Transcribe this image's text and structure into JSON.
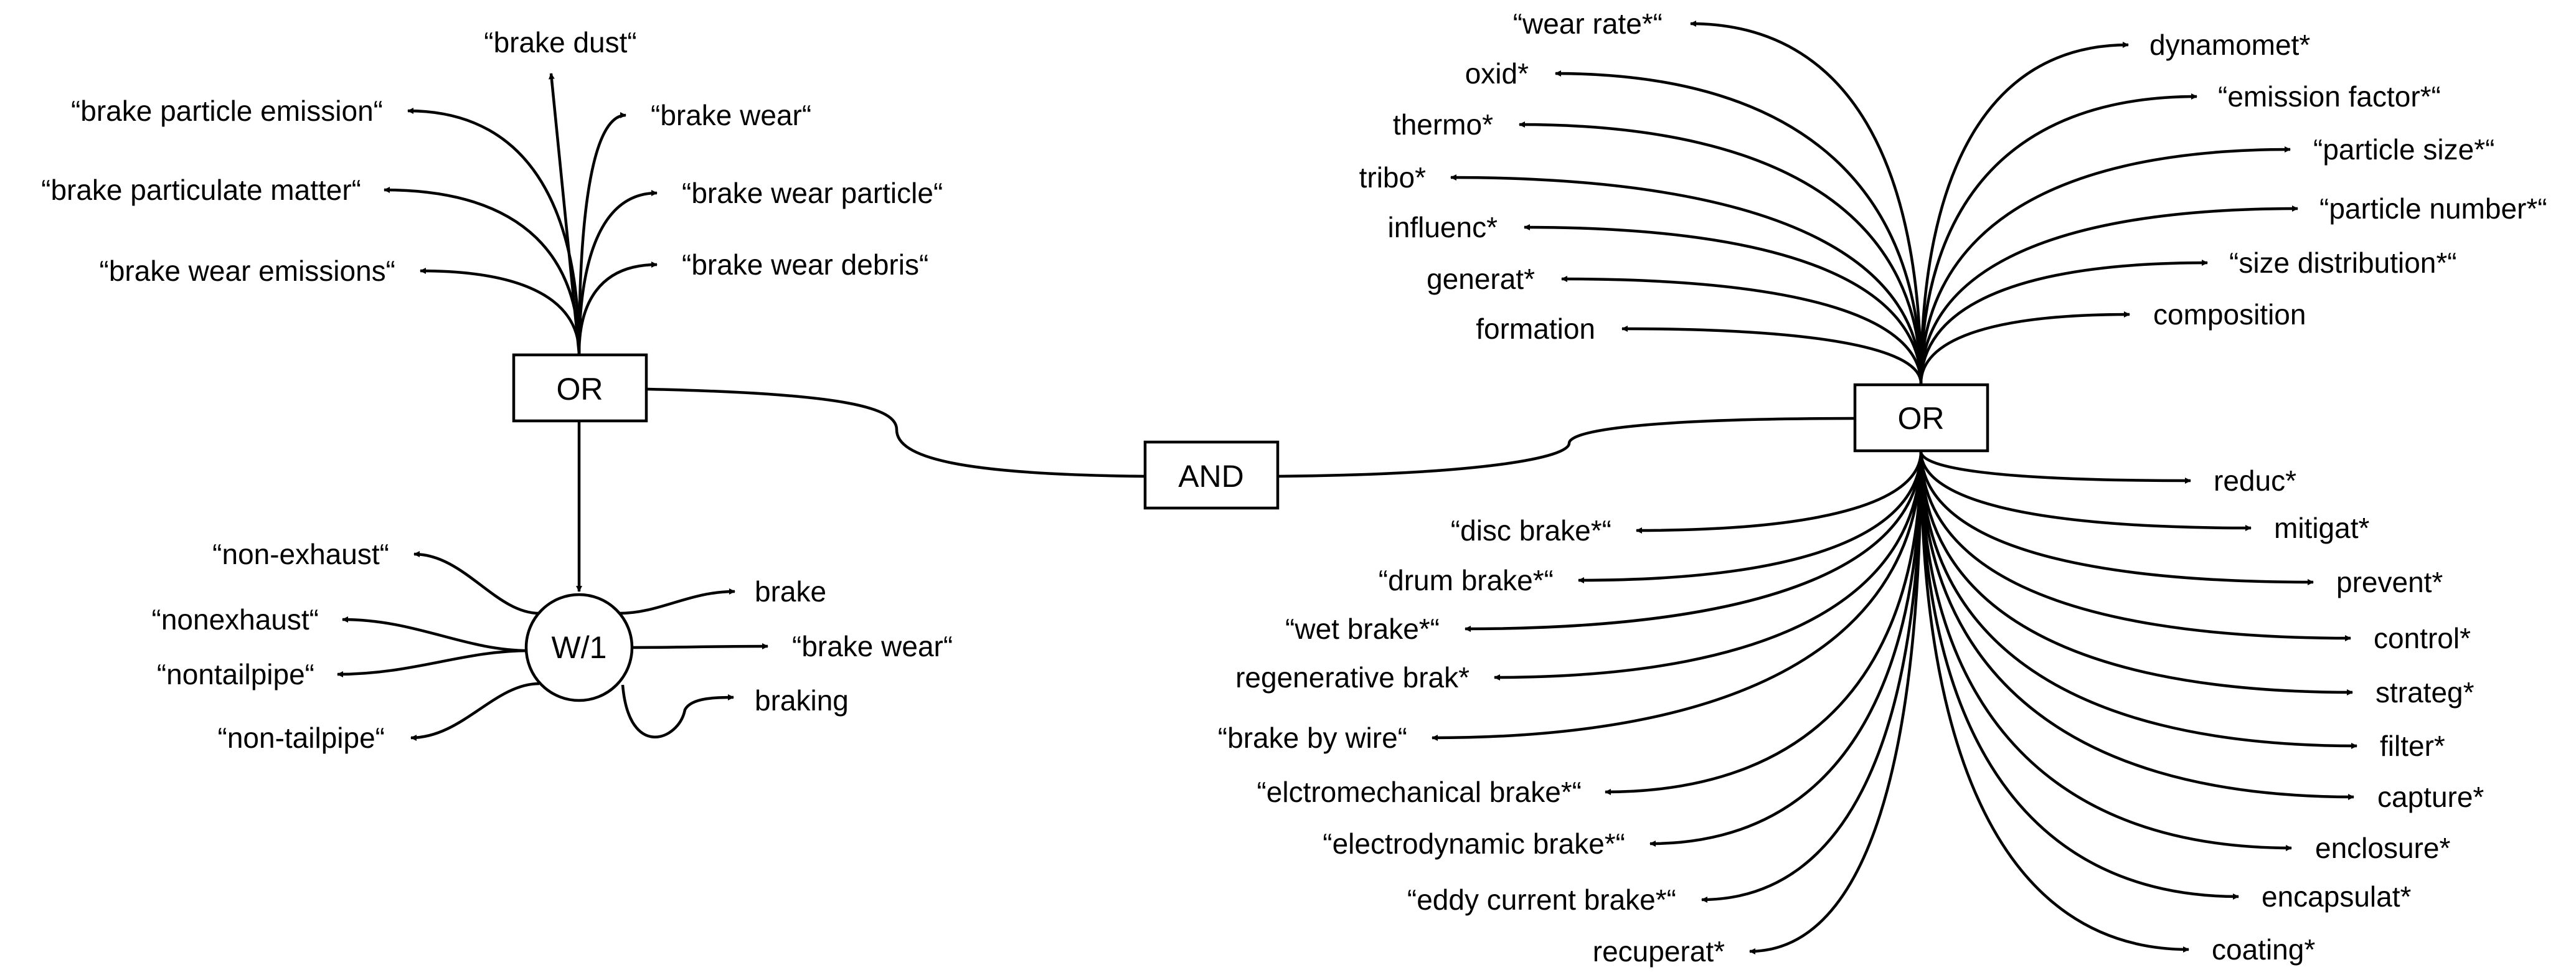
{
  "nodes": {
    "or_left": "OR",
    "w1": "W/1",
    "and": "AND",
    "or_right": "OR"
  },
  "left_or_terms": [
    "“brake dust“",
    "“brake particle emission“",
    "“brake wear“",
    "“brake particulate matter“",
    "“brake wear particle“",
    "“brake wear emissions“",
    "“brake wear debris“"
  ],
  "w1_left_terms": [
    "“non-exhaust“",
    "“nonexhaust“",
    "“nontailpipe“",
    "“non-tailpipe“"
  ],
  "w1_right_terms": [
    "brake",
    "“brake wear“",
    "braking"
  ],
  "right_or_upper_left_terms": [
    "“wear rate*“",
    "oxid*",
    "thermo*",
    "tribo*",
    "influenc*",
    "generat*",
    "formation"
  ],
  "right_or_upper_right_terms": [
    "dynamomet*",
    "“emission factor*“",
    "“particle size*“",
    "“particle number*“",
    "“size distribution*“",
    "composition"
  ],
  "right_or_lower_left_terms": [
    "“disc brake*“",
    "“drum brake*“",
    "“wet brake*“",
    "regenerative brak*",
    "“brake by wire“",
    "“elctromechanical brake*“",
    "“electrodynamic brake*“",
    "“eddy current brake*“",
    "recuperat*"
  ],
  "right_or_lower_right_terms": [
    "reduc*",
    "mitigat*",
    "prevent*",
    "control*",
    "strateg*",
    "filter*",
    "capture*",
    "enclosure*",
    "encapsulat*",
    "coating*"
  ]
}
